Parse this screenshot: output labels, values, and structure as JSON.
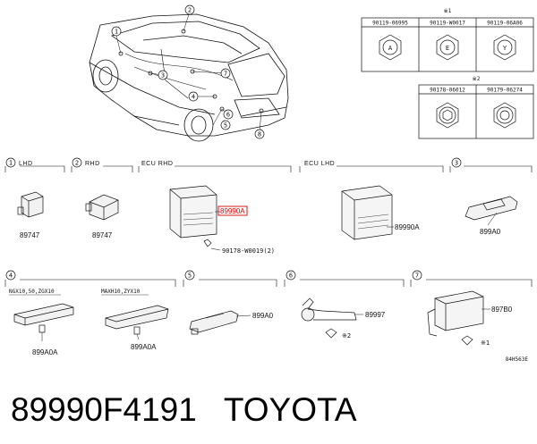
{
  "fasteners": {
    "note_top": "※1",
    "note_bottom": "※2",
    "row1": [
      {
        "part": "90119-06995",
        "letter": "A"
      },
      {
        "part": "90119-W0017",
        "letter": "E"
      },
      {
        "part": "90119-06A06",
        "letter": "Y"
      }
    ],
    "row2": [
      {
        "part": "90178-06012"
      },
      {
        "part": "90179-06274"
      }
    ]
  },
  "car_callouts": [
    "1",
    "2",
    "3",
    "4",
    "5",
    "6",
    "7",
    "8"
  ],
  "sections": {
    "s1": {
      "num": "1",
      "title": "LHD",
      "part": "89747"
    },
    "s2": {
      "num": "2",
      "title": "RHD",
      "part": "89747"
    },
    "ecu_rhd": {
      "title": "ECU RHD",
      "part": "89990A",
      "bolt": "90178-W0019(2)"
    },
    "ecu_lhd": {
      "title": "ECU LHD",
      "part": "89990A"
    },
    "s3": {
      "num": "3",
      "part": "899A0"
    },
    "s4": {
      "num": "4",
      "sub1": "NGX10,50,ZGX10",
      "sub2": "MAXH10,ZYX10",
      "part1": "899A0A",
      "part2": "899A0A"
    },
    "s5": {
      "num": "5",
      "part": "899A0"
    },
    "s6": {
      "num": "6",
      "part": "89997",
      "note": "※2"
    },
    "s7": {
      "num": "7",
      "part": "897B0",
      "note": "※1"
    }
  },
  "diagram_code": "84H563E",
  "caption": {
    "part_number": "89990F4191",
    "brand": "TOYOTA"
  }
}
